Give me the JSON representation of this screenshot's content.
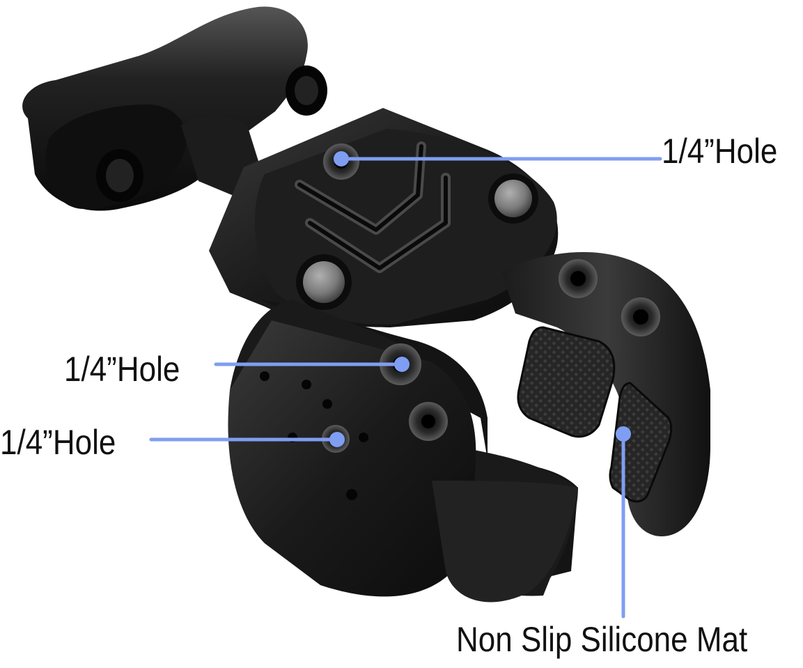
{
  "callouts": {
    "top_hole": "1/4”Hole",
    "side_hole": "1/4”Hole",
    "bottom_hole": "1/4”Hole",
    "mat": "Non Slip Silicone Mat"
  },
  "colors": {
    "callout_line": "#7f9ef2",
    "label_text": "#111111",
    "background": "#ffffff",
    "metal_dark": "#141414",
    "metal_mid": "#2a2a2a",
    "metal_highlight": "#6a6a6a",
    "screw_grey": "#8a8a8a"
  },
  "product": {
    "icon": "super-clamp-photo"
  }
}
